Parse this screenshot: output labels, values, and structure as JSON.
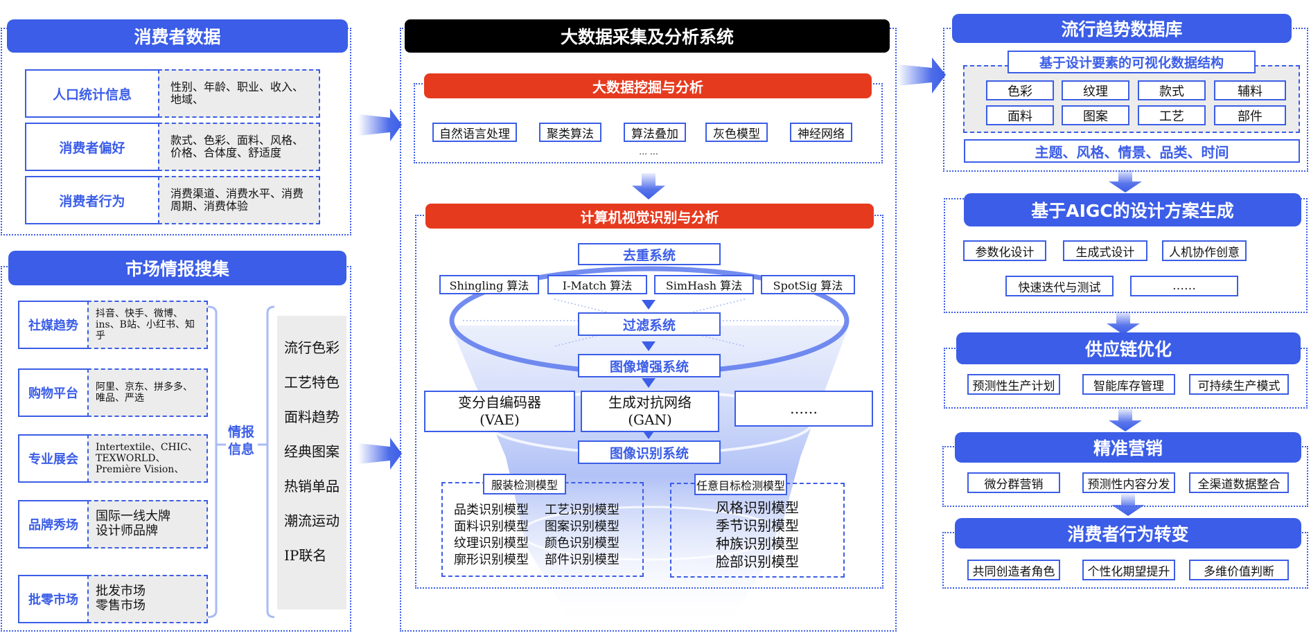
{
  "colors": {
    "accent": "#3b5de7",
    "red": "#e63a1e",
    "black": "#000000",
    "gray": "#ececec"
  },
  "consumer": {
    "title": "消费者数据",
    "rows": [
      {
        "label": "人口统计信息",
        "detail": "性别、年龄、职业、收入、地域、"
      },
      {
        "label": "消费者偏好",
        "detail": "款式、色彩、面料、风格、价格、合体度、舒适度"
      },
      {
        "label": "消费者行为",
        "detail": "消费渠道、消费水平、消费周期、消费体验"
      }
    ]
  },
  "market": {
    "title": "市场情报搜集",
    "rows": [
      {
        "label": "社媒趋势",
        "detail": "抖音、快手、微博、ins、B站、小红书、知乎"
      },
      {
        "label": "购物平台",
        "detail": "阿里、京东、拼多多、唯品、严选"
      },
      {
        "label": "专业展会",
        "detail": "Intertextile、CHIC、TEXWORLD、Première Vision、"
      },
      {
        "label": "品牌秀场",
        "detail": "国际一线大牌\n设计师品牌"
      },
      {
        "label": "批零市场",
        "detail": "批发市场\n零售市场"
      }
    ],
    "intel_label": "情报\n信息",
    "intel_items": [
      "流行色彩",
      "工艺特色",
      "面料趋势",
      "经典图案",
      "热销单品",
      "潮流运动",
      "IP联名"
    ]
  },
  "bigdata": {
    "title": "大数据采集及分析系统",
    "mining": {
      "title": "大数据挖掘与分析",
      "items": [
        "自然语言处理",
        "聚类算法",
        "算法叠加",
        "灰色模型",
        "神经网络"
      ],
      "more": "… …"
    },
    "cv": {
      "title": "计算机视觉识别与分析",
      "dedup": "去重系统",
      "algorithms": [
        "Shingling 算法",
        "I-Match 算法",
        "SimHash 算法",
        "SpotSig 算法"
      ],
      "filter": "过滤系统",
      "enhance": "图像增强系统",
      "models": [
        "变分自编码器\n(VAE)",
        "生成对抗网络\n(GAN)",
        "……"
      ],
      "recognition": "图像识别系统",
      "apparel": {
        "title": "服装检测模型",
        "items": [
          "品类识别模型",
          "工艺识别模型",
          "面料识别模型",
          "图案识别模型",
          "纹理识别模型",
          "颜色识别模型",
          "廓形识别模型",
          "部件识别模型"
        ]
      },
      "target": {
        "title": "任意目标检测模型",
        "items": [
          "风格识别模型",
          "季节识别模型",
          "种族识别模型",
          "脸部识别模型"
        ]
      }
    }
  },
  "trend_db": {
    "title": "流行趋势数据库",
    "structure_title": "基于设计要素的可视化数据结构",
    "elements": [
      "色彩",
      "纹理",
      "款式",
      "辅料",
      "面料",
      "图案",
      "工艺",
      "部件"
    ],
    "dimensions": "主题、风格、情景、品类、时间"
  },
  "aigc": {
    "title": "基于AIGC的设计方案生成",
    "items": [
      "参数化设计",
      "生成式设计",
      "人机协作创意",
      "快速迭代与测试",
      "……"
    ]
  },
  "supply": {
    "title": "供应链优化",
    "items": [
      "预测性生产计划",
      "智能库存管理",
      "可持续生产模式"
    ]
  },
  "marketing": {
    "title": "精准营销",
    "items": [
      "微分群营销",
      "预测性内容分发",
      "全渠道数据整合"
    ]
  },
  "behavior": {
    "title": "消费者行为转变",
    "items": [
      "共同创造者角色",
      "个性化期望提升",
      "多维价值判断"
    ]
  }
}
